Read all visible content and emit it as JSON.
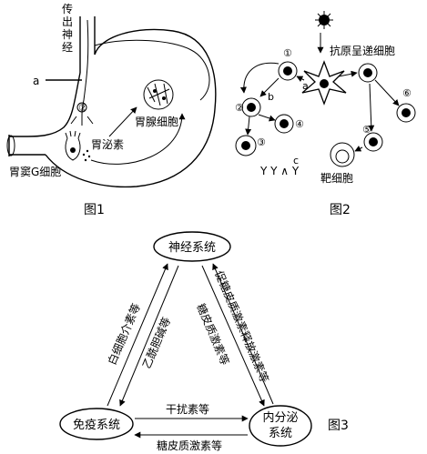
{
  "figure1": {
    "labels": {
      "nerve": "传出神经",
      "a": "a",
      "gastric_gland": "胃腺细胞",
      "gastrin": "胃泌素",
      "antrum_g": "胃窦G细胞",
      "circle_2": "②"
    },
    "caption": "图1"
  },
  "figure2": {
    "labels": {
      "apc": "抗原呈递细胞",
      "target": "靶细胞",
      "a": "a",
      "b": "b",
      "c": "c",
      "n1": "①",
      "n2": "②",
      "n3": "③",
      "n4": "④",
      "n5": "⑤",
      "n6": "⑥"
    },
    "caption": "图2"
  },
  "figure3": {
    "nodes": {
      "nervous": "神经系统",
      "immune": "免疫系统",
      "endocrine_line1": "内分泌",
      "endocrine_line2": "系统"
    },
    "edges": {
      "leukocyte": "白细胞介素等",
      "acetylcholine": "乙酰胆碱等",
      "glucocorticoid_left": "糖皮质激素等",
      "crh": "促糖皮质激素释放激素等",
      "interferon": "干扰素等",
      "glucocorticoid_bottom": "糖皮质激素等"
    },
    "caption": "图3"
  }
}
